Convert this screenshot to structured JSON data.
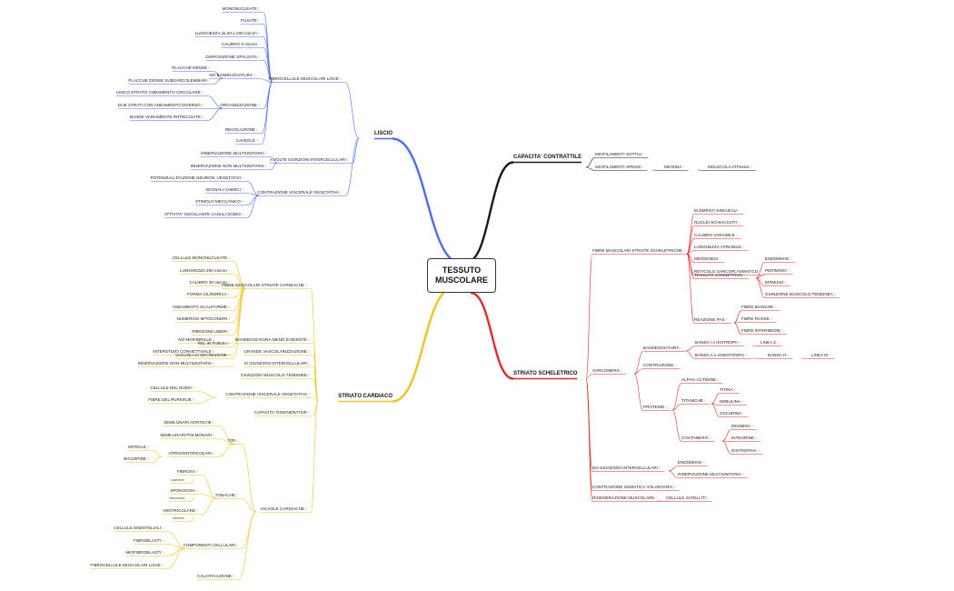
{
  "root": "TESSUTO\nMUSCOLARE",
  "colors": {
    "liscio": "#4a6cf7",
    "cardiaco": "#f0c419",
    "contrattile": "#1a1a1a",
    "scheletrico": "#e8292b"
  },
  "labels": {
    "liscio": "LISCIO",
    "fibrocellule": "FIBROCELLULE MUSCOLARI LISCE",
    "mononucleate": "MONONUCLEATE",
    "fusate": "FUSATE",
    "lunghezza_l": "LUNGHEZZA da 20 a 200 micron",
    "calibro_l": "CALIBRO 5 micron",
    "disposizione": "DISPOSIZIONE SPALSATA",
    "bandeggiatura_l": "NO BANDEGGIATURA",
    "placche": "PLACCHE DENSE",
    "placche_sub": "PLACCHE DENSE SUBSARCOLEMMARI",
    "organizzazione": "ORGANIZZAZIONE",
    "unico_strato": "UNICO STRATO ANDAMENTO CIRCOLARE",
    "due_strati": "DUE STRATI CON ANDAMENTO DIVERSO",
    "bande_var": "BANDE VARIAMENTE INTRECCIATE",
    "regolazione": "REGOLAZIONE",
    "caveole": "CAVEOLE",
    "giunzioni_l": "A VOLTE GIUNZIONI INTERCELLULARI",
    "innerv_multi_l": "INNERVAZIONE MULTIUNITARIA",
    "innerv_non_l": "INNERVAZIONE NON MULTIUNITARIA",
    "contrazione_l": "CONTRAZIONE VISCERALE VEGETATIVA",
    "potenziali": "POTENZIALI D'AZIONE NEURON. VEGETATIVI",
    "segnali": "SEGNALI CHIMICI",
    "stimolo": "STIMOLO MECCANICO",
    "attivita": "ATTIVITA' OSCILLANTE CANALI SODIO",
    "cardiaco": "STRIATO CARDIACO",
    "fibre_card": "FIBRE MUSCOLARI STRIATE CARDIACHE",
    "cell_mono": "CELLULE MONONUCLEATE",
    "lung_c": "LUNGHEZZA 200 micron",
    "cal_c": "CALIBRO 30 micron",
    "forma": "FORMA CILINDRICA",
    "andamento": "ANDAMENTO SCALIFORME",
    "numerosi": "NUMEROSI MITOCONDRI",
    "ribosomi": "RIBOSOMI LIBERI",
    "rel": "REL IN TUBULI",
    "vacuoli": "VACUOLI DI SECREZIONE",
    "band_meno": "BANDEGGIATURA MENO EVIDENTE",
    "no_miofib": "NO MIOFIBRILLE",
    "grande_vasc": "GRANDE VASCOLARIZZAZIONE",
    "interstizio": "INTERSTIZIO CONNETTIVALE",
    "si_giunz": "SI GIUNZIONI INTERCELLULARI",
    "innerv_non_c": "INNERVAZIONE NON MULTIUNITARIA",
    "giunz_mt": "GIUNZIONI MUSCOLO-TENDINEE",
    "contr_visc_c": "CONTRAZIONE VISCERALE VEGETATIVA",
    "cell_nodo": "CELLULE DEL NODO",
    "fibre_purk": "FIBRE DEL PURKINJE",
    "capacita_rig": "CAPACITA' RIGENERATIVE",
    "valvole": "VALVOLE CARDIACHE",
    "tipi": "TIPI",
    "semilunari_a": "SEMILUNARI AORTICHE",
    "semilunari_p": "SEMILUNARI POLMONARI",
    "atrio": "ATRIOVENTRICOLARI",
    "mitrale": "MITRALE",
    "bicuspide": "BICUSPIDE",
    "toniche": "TONACHE",
    "fibrosa": "FIBROSA",
    "superiore": "superiore",
    "spongiosa": "SPONGIOSA",
    "intermedia": "intermedia",
    "ventricolare": "VENTRICOLARE",
    "inferiore": "inferiore",
    "componenti": "COMPONENTI CELLULARI",
    "endoteliali": "CELLULE ENDOTELIALI",
    "fibroblasti": "FIBROBLASTI",
    "miofibro": "MIOFIBROBLASTI",
    "fibrocell_l": "FIBROCELLULE MUSCOLARI LISCE",
    "calcificazione": "CALCIFICAZIONE",
    "contrattile": "CAPACITA' CONTRATTILE",
    "miof_sottili": "MIOFILAMENTI SOTTILI",
    "miof_spessi": "MIOFILAMENTI SPESSI",
    "miosina": "MIOSINA",
    "molecola": "MOLECOLA ATPasica",
    "scheletrico": "STRIATO SCHELETRICO",
    "fibre_sch": "FIBRE MUSCOLARI STRIATE SCHELETRICHE",
    "elementi": "ELEMENTI SINCIZIALI",
    "nuclei": "NUCLEI SCHIACCIATI",
    "cal_var": "CALIBRO VARIABILE",
    "lung_var": "LUNGHEZZA VARIABILE",
    "miogenesi": "MIOGENESI",
    "reticolo": "RETICOLO SARCOPLASMATICO",
    "tessuto_conn": "TESSUTO CONNETTIVO",
    "endomisio": "ENDOMISIO",
    "perimisio": "PERIMISIO",
    "epimisio": "EPIMISIO",
    "giunz_mt_s": "GIUNZIONE MUSCOLO-TENDINEA",
    "reazione": "REAZIONE PAS",
    "fibre_bianche": "FIBRE BIANCHE",
    "fibre_rosse": "FIBRE ROSSE",
    "fibre_interm": "FIBRE INTERMEDIE",
    "sarcomero": "SARCOMERO",
    "band_s": "BANDEGGIATURA",
    "banda_i": "BANDA I o ISOTROPA",
    "linea_z": "LINEA Z",
    "banda_a": "BANDA A o ANISOTROPA",
    "banda_h": "BANDA H",
    "linea_m": "LINEA M",
    "contrazione_s": "CONTRAZIONE",
    "proteine": "PROTEINE",
    "alfa": "ALPHA-ACTININE",
    "titaniche": "TITANICHE",
    "titina": "TITINA",
    "nebulina": "NEBULINA",
    "oscurina": "OSCURINA",
    "costamero": "COSTAMERO",
    "desmina": "DESMINA",
    "integrine": "INTEGRINE",
    "distrofina": "DISTROFINA",
    "no_giunz": "NO GIUNZIONI INTERCELLULARI",
    "endomisio2": "ENDOMISIO",
    "innerv_multi_s": "INNERVAZIONE MULTIUNITARIA",
    "contr_som": "CONTRAZIONE SOMATICA VOLONTARIA",
    "rigenerazione": "RIGENERAZIONE MUSCOLARE",
    "satelliti": "CELLULE SATELLITI"
  }
}
